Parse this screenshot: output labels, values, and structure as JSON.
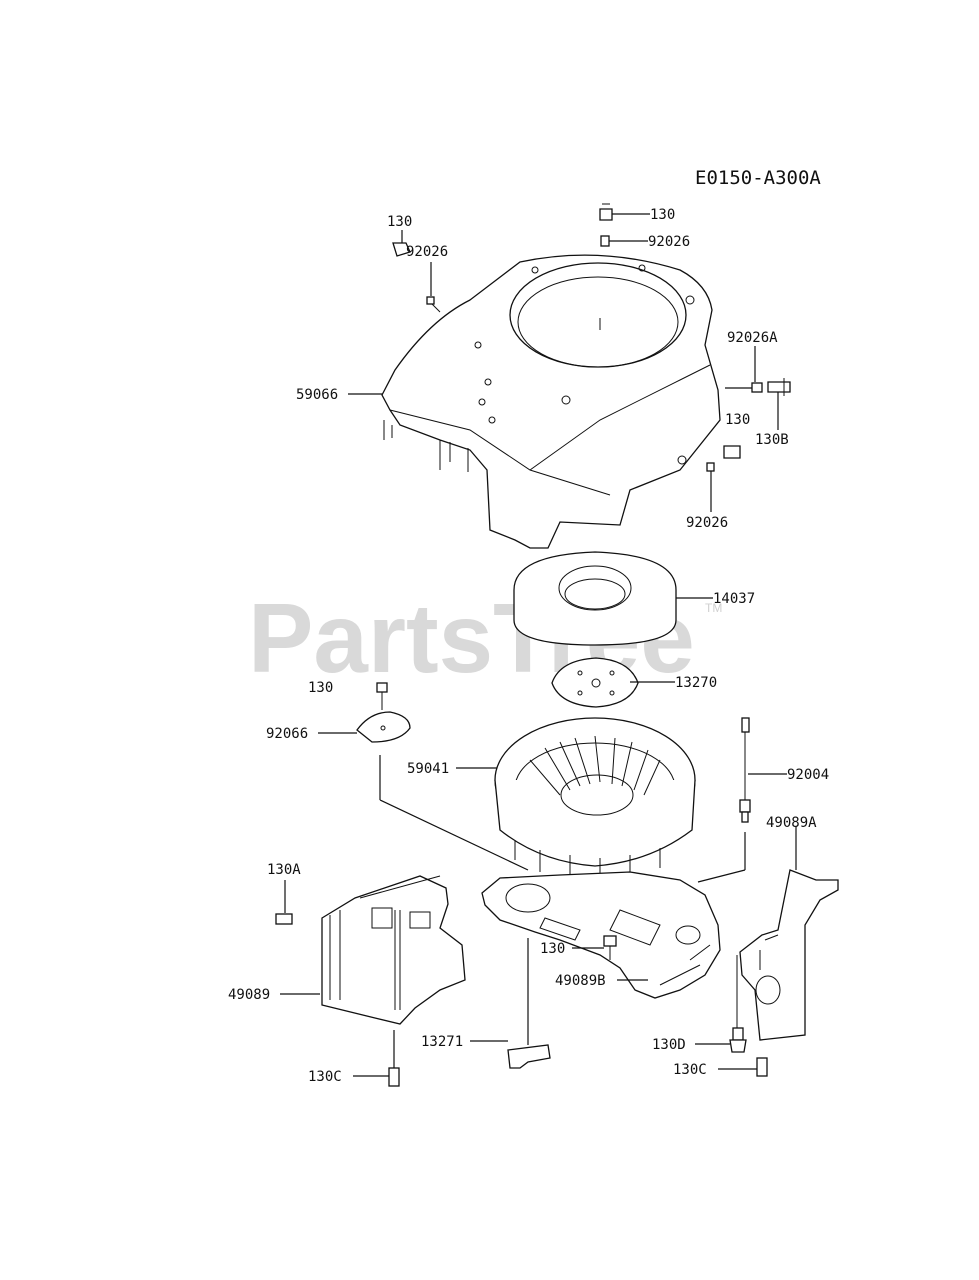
{
  "diagram": {
    "code": "E0150-A300A",
    "watermark": "PartsTree",
    "trademark": "TM",
    "labels": {
      "l130_top": "130",
      "l92026_top": "92026",
      "l130_left": "130",
      "l92026_left": "92026",
      "l92026a": "92026A",
      "l59066": "59066",
      "l130_right": "130",
      "l130b": "130B",
      "l92026_right": "92026",
      "l14037": "14037",
      "l13270": "13270",
      "l130_mid": "130",
      "l92066": "92066",
      "l59041": "59041",
      "l92004": "92004",
      "l49089a": "49089A",
      "l130a": "130A",
      "l130_plate": "130",
      "l49089": "49089",
      "l49089b": "49089B",
      "l13271": "13271",
      "l130d": "130D",
      "l130c_left": "130C",
      "l130c_right": "130C"
    }
  }
}
